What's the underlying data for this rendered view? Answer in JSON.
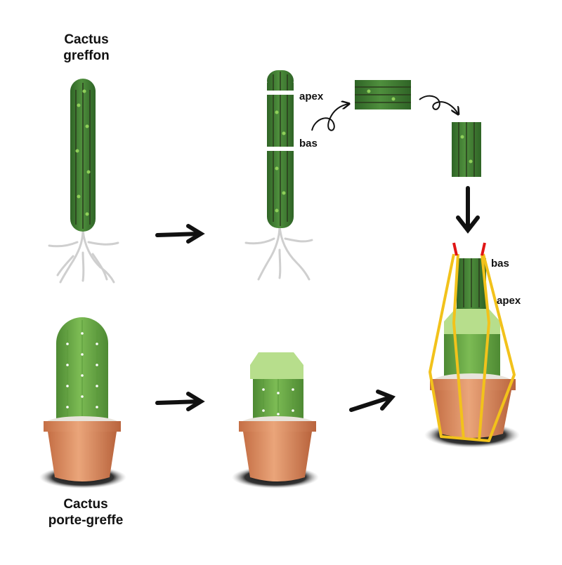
{
  "labels": {
    "scion_title_line1": "Cactus",
    "scion_title_line2": "greffon",
    "rootstock_title_line1": "Cactus",
    "rootstock_title_line2": "porte-greffe",
    "apex_upper": "apex",
    "bas_upper": "bas",
    "bas_final": "bas",
    "apex_final": "apex"
  },
  "colors": {
    "scion_green": "#3f7d33",
    "scion_rib": "#2c3b1f",
    "rootstock_green": "#6cab45",
    "cut_face": "#b7de8c",
    "pot": "#d9875a",
    "bind_frame": "#f2c21b",
    "tie": "#e01515",
    "arrow": "#111111",
    "roots": "#cccccc"
  },
  "icons": [
    "right-arrow-icon",
    "curved-arrow-icon",
    "down-arrow-icon"
  ]
}
